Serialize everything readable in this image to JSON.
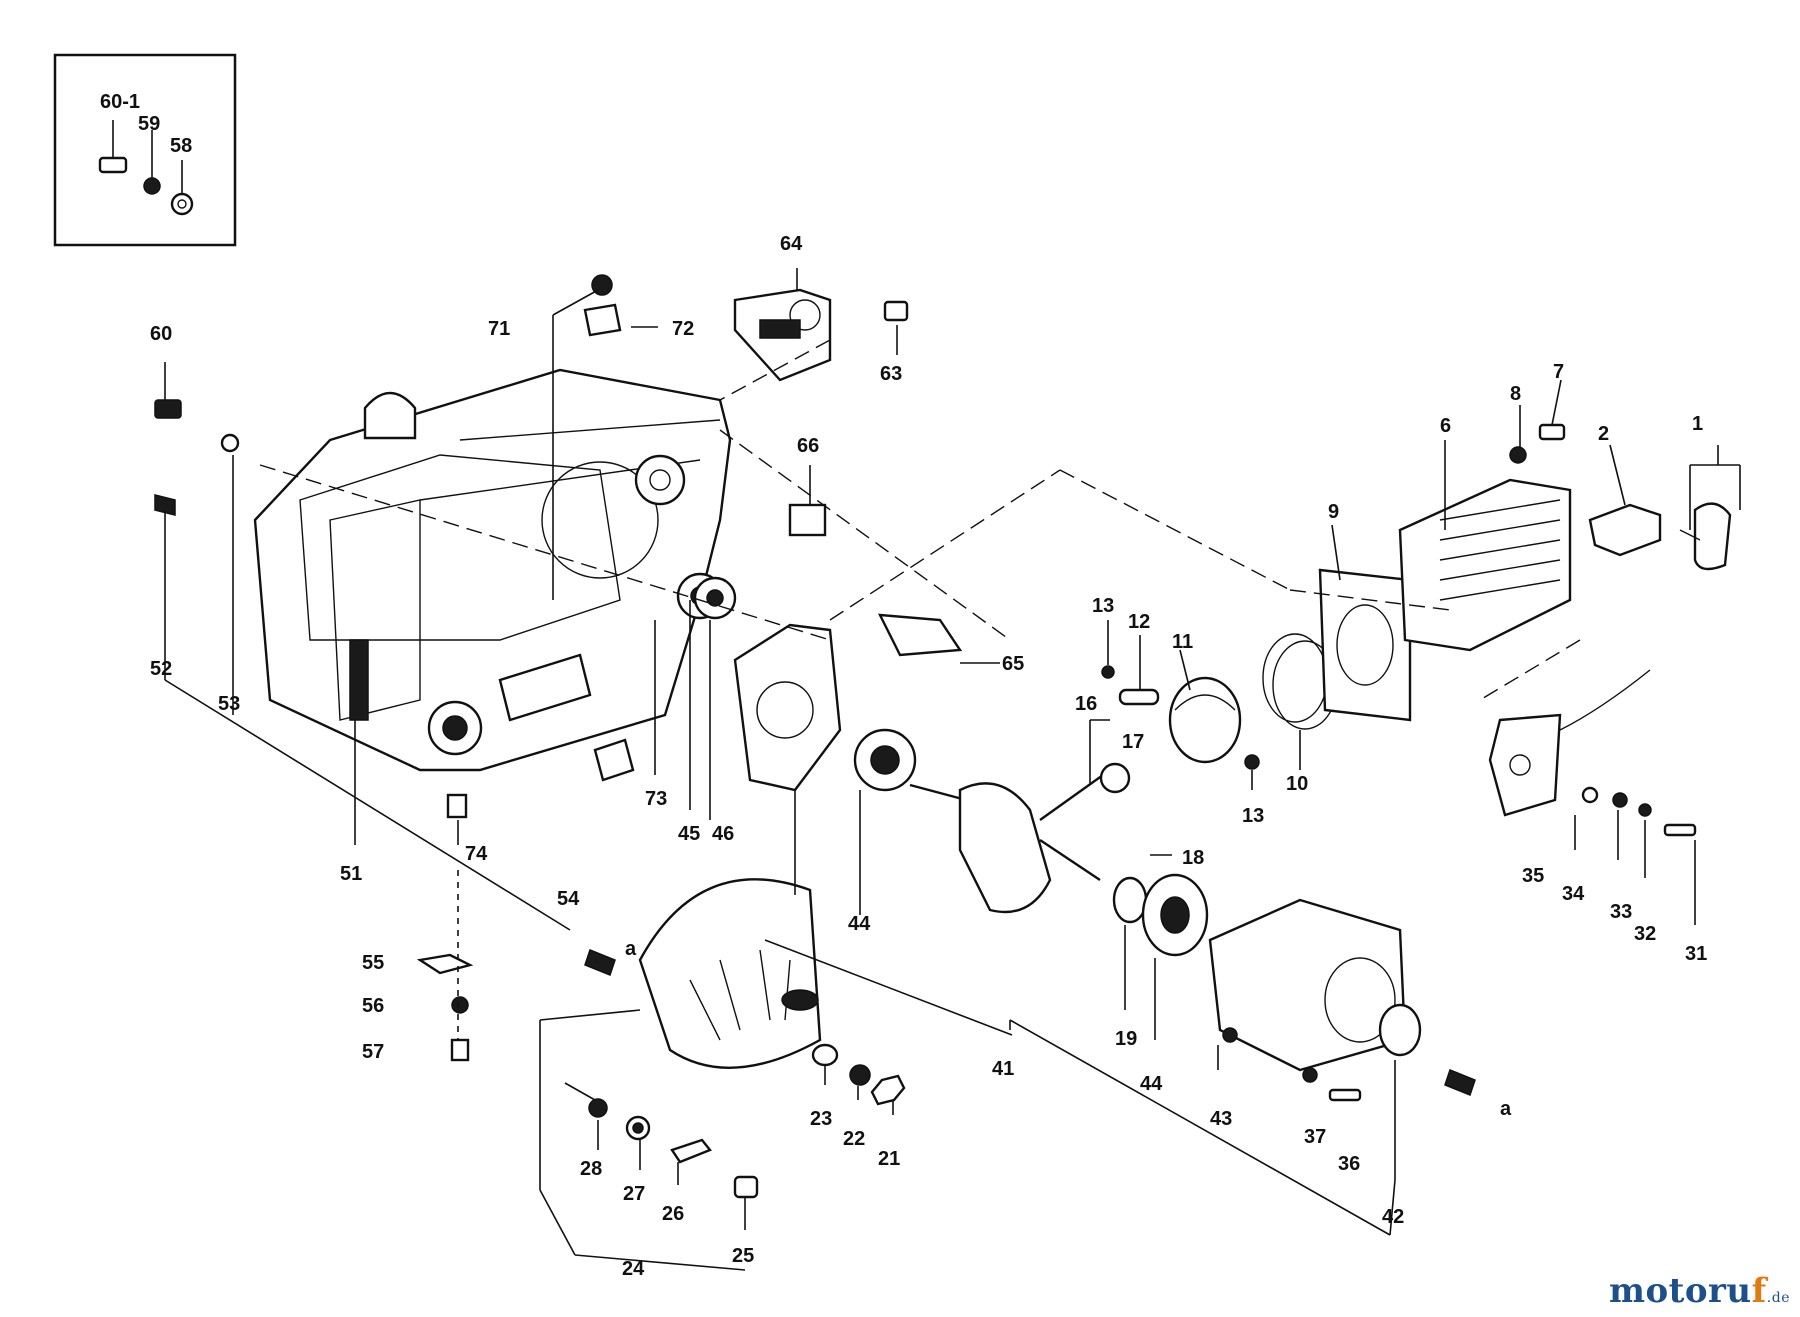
{
  "diagram": {
    "labels": [
      "60-1",
      "59",
      "58",
      "64",
      "71",
      "72",
      "63",
      "60",
      "66",
      "8",
      "7",
      "2",
      "1",
      "6",
      "9",
      "13",
      "12",
      "11",
      "16",
      "17",
      "13",
      "10",
      "65",
      "52",
      "53",
      "51",
      "73",
      "45",
      "46",
      "74",
      "54",
      "44",
      "18",
      "35",
      "34",
      "33",
      "32",
      "31",
      "55",
      "56",
      "57",
      "a",
      "19",
      "44",
      "41",
      "43",
      "37",
      "36",
      "42",
      "a",
      "23",
      "22",
      "21",
      "28",
      "27",
      "26",
      "24",
      "25"
    ]
  },
  "watermark": {
    "main": "motoru",
    "accent": "f",
    "tld": ".de"
  }
}
